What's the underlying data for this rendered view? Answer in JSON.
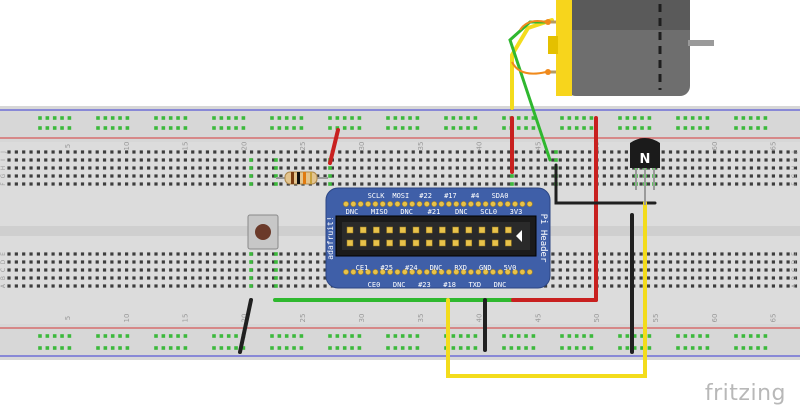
{
  "breadboard": {
    "column_numbers": [
      "5",
      "10",
      "15",
      "20",
      "25",
      "30",
      "35",
      "40",
      "45",
      "50",
      "55",
      "60",
      "65"
    ],
    "row_letters_top": [
      "J",
      "I",
      "H",
      "G",
      "F"
    ],
    "row_letters_bottom": [
      "E",
      "D",
      "C",
      "B",
      "A"
    ]
  },
  "pi_header": {
    "brand": "adafruit!",
    "name": "Pi Header",
    "top_pins": [
      "SCLK",
      "MOSI",
      "#22",
      "#17",
      "#4",
      "SDA0"
    ],
    "second_row": [
      "DNC",
      "MISO",
      "DNC",
      "#21",
      "DNC",
      "SCL0",
      "3V3"
    ],
    "third_row": [
      "CE1",
      "#25",
      "#24",
      "DNC",
      "RXD",
      "GND",
      "5V0"
    ],
    "bottom_pins": [
      "CE0",
      "DNC",
      "#23",
      "#18",
      "TXD",
      "DNC"
    ]
  },
  "transistor": {
    "label": "N"
  },
  "watermark": "fritzing",
  "colors": {
    "board": "#dcdcdc",
    "rail_red": "#d43a3a",
    "rail_blue": "#3a3ad4",
    "hole": "#3d3d3d",
    "hole_active": "#3cb93c",
    "pcb": "#3f5fa8",
    "wire_red": "#c8201f",
    "wire_green": "#2fb82f",
    "wire_yellow": "#f3dc1c",
    "wire_black": "#202020",
    "motor_yellow": "#f7d51c",
    "motor_grey": "#6e6e6e"
  }
}
